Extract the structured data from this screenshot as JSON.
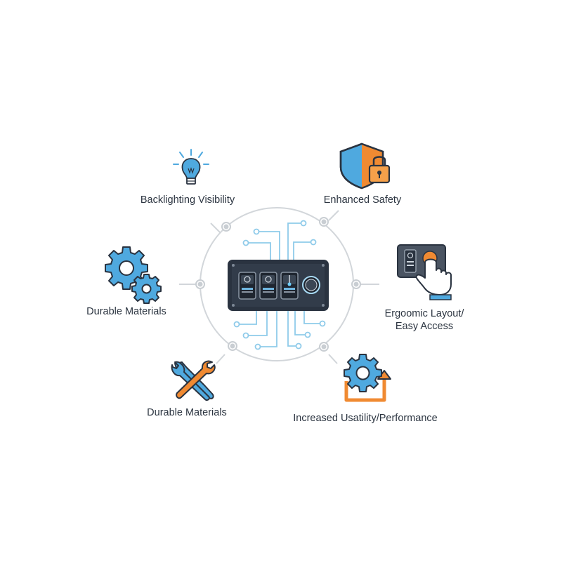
{
  "diagram": {
    "features": [
      {
        "id": "backlighting",
        "label": "Backlighting Visibility",
        "icon": "lightbulb-icon"
      },
      {
        "id": "safety",
        "label": "Enhanced Safety",
        "icon": "shield-lock-icon"
      },
      {
        "id": "ergonomic",
        "label_line1": "Ergoomic Layout/",
        "label_line2": "Easy Access",
        "icon": "hand-press-button-icon"
      },
      {
        "id": "performance",
        "label": "Increased Usatility/Performance",
        "icon": "gear-arrow-icon"
      },
      {
        "id": "durable-tools",
        "label": "Durable Materials",
        "icon": "wrench-screwdriver-icon"
      },
      {
        "id": "durable-gears",
        "label": "Durable Materials",
        "icon": "gears-icon"
      }
    ],
    "center": {
      "icon": "switch-panel-icon"
    },
    "colors": {
      "blue": "#4fa9df",
      "orange": "#f08a32",
      "dark": "#2a3340",
      "ring": "#d2d6da",
      "circuit": "#8fcbea"
    }
  }
}
